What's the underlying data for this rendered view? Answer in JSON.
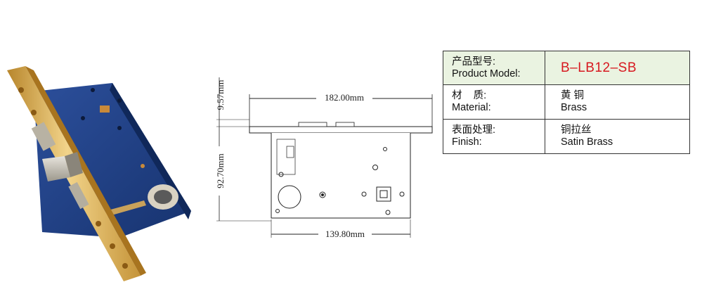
{
  "photo": {
    "alt": "Brass faceplate mortise lock body"
  },
  "drawing": {
    "width_top": "182.00mm",
    "width_bottom": "139.80mm",
    "backset": "9.57mm",
    "height": "92.70mm"
  },
  "spec": {
    "rows": [
      {
        "label_cn": "产品型号:",
        "label_en": "Product Model:",
        "value": "B–LB12–SB"
      },
      {
        "label_cn": "材    质:",
        "label_en": "Material:",
        "value_cn": "黄 铜",
        "value_en": "Brass"
      },
      {
        "label_cn": "表面处理:",
        "label_en": "Finish:",
        "value_cn": "铜拉丝",
        "value_en": "Satin Brass"
      }
    ]
  },
  "colors": {
    "model_red": "#d71920",
    "header_bg": "#eaf3e1",
    "lock_blue": "#1f3f86",
    "brass": "#d9b25a"
  }
}
